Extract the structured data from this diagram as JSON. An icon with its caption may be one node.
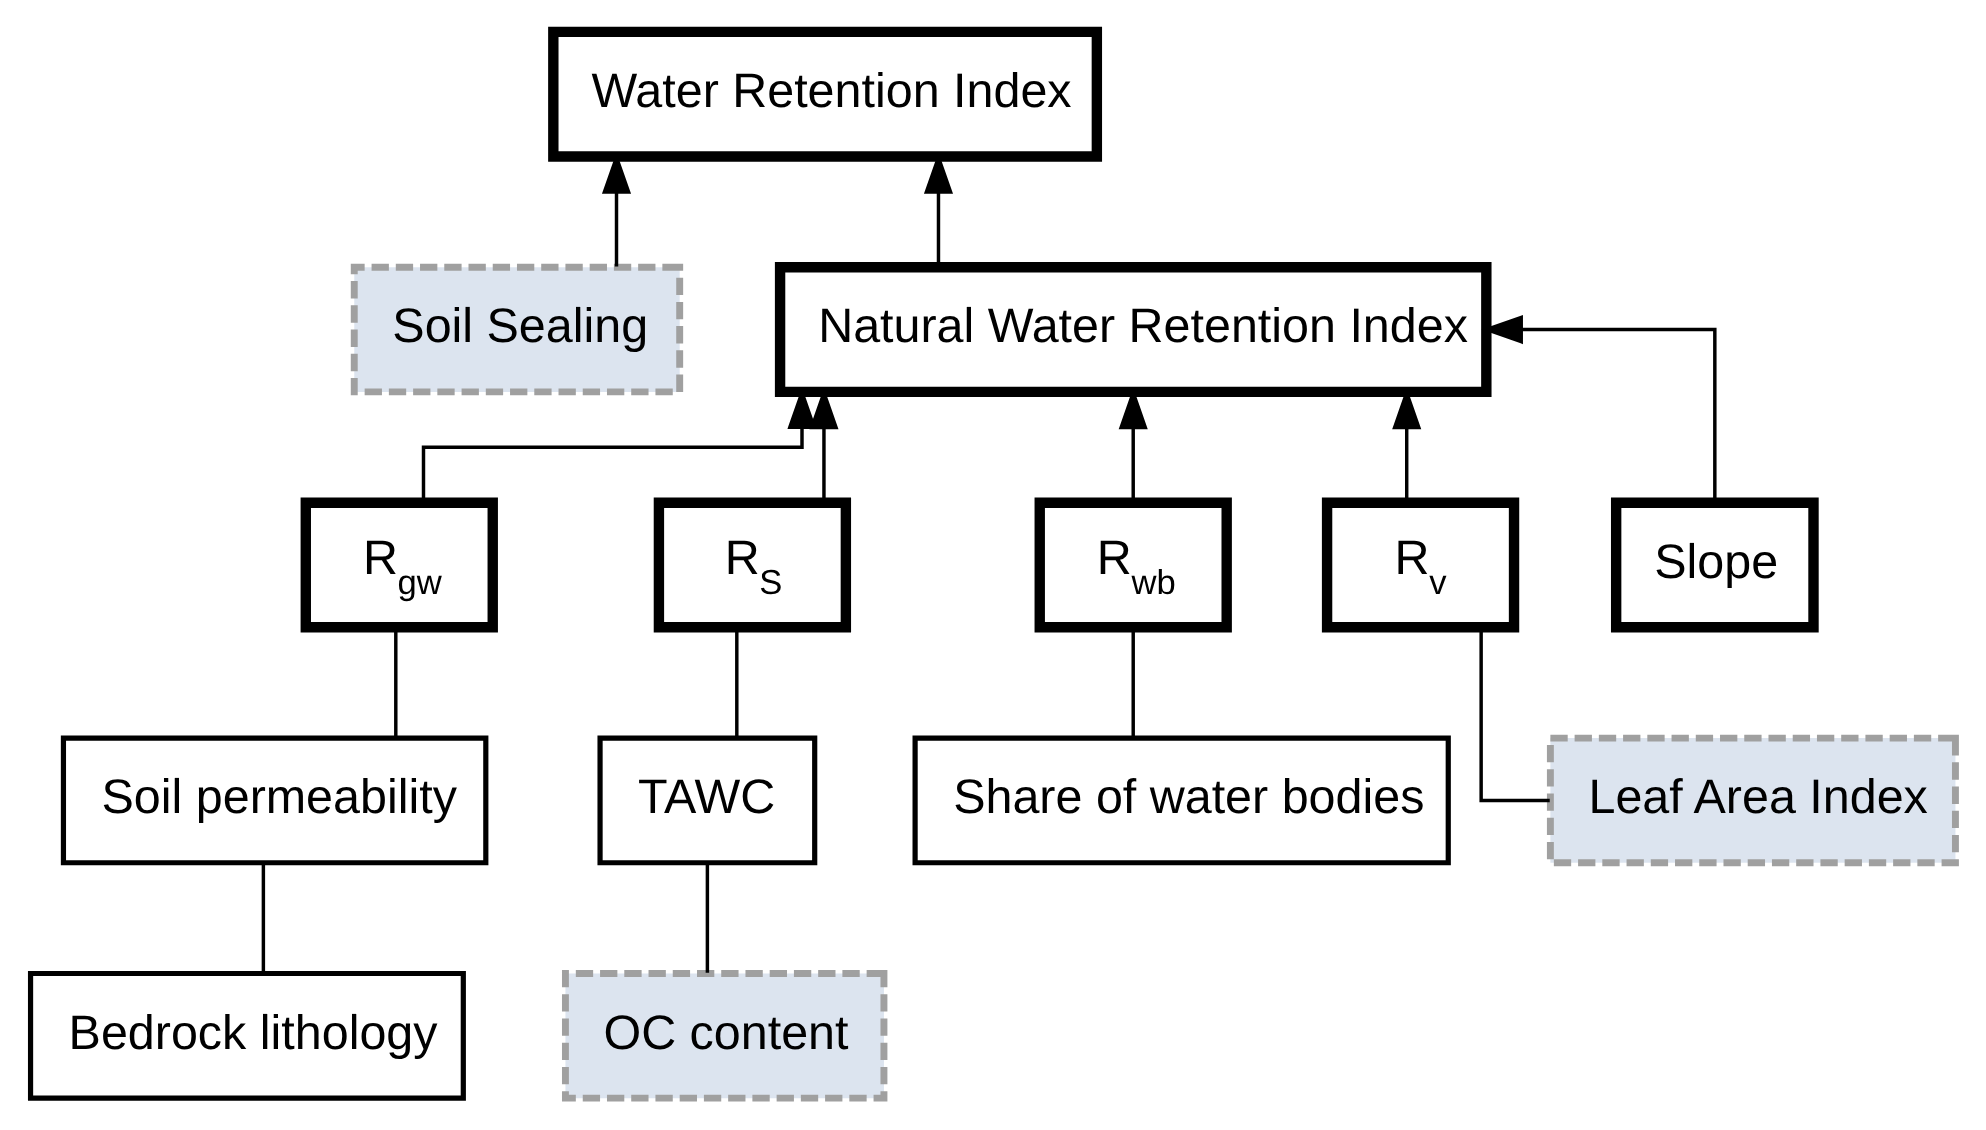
{
  "diagram": {
    "nodes": [
      {
        "text": [
          "Water Retention Index"
        ]
      },
      {
        "text": [
          "Soil Sealing"
        ]
      },
      {
        "text": [
          "Natural Water Retention Index"
        ]
      },
      {
        "text": [
          "R$_{gw}$"
        ]
      },
      {
        "text": [
          "R$_{S}$"
        ]
      },
      {
        "text": [
          "R$_{wb}$"
        ]
      },
      {
        "text": [
          "R$_{v}$"
        ]
      },
      {
        "text": [
          "Slope"
        ]
      },
      {
        "text": [
          "Soil permeability"
        ]
      },
      {
        "text": [
          "Bedrock lithology"
        ]
      },
      {
        "text": [
          "TAWC"
        ]
      },
      {
        "text": [
          "OC content"
        ]
      },
      {
        "text": [
          "Share of water bodies"
        ]
      },
      {
        "text": [
          "Leaf Area Index"
        ]
      }
    ],
    "edges": [
      {
        "from": 1,
        "to": 0,
        "arrow": "to"
      },
      {
        "from": 2,
        "to": 0,
        "arrow": "to"
      },
      {
        "from": 3,
        "to": 2,
        "arrow": "to"
      },
      {
        "from": 4,
        "to": 2,
        "arrow": "to"
      },
      {
        "from": 5,
        "to": 2,
        "arrow": "to"
      },
      {
        "from": 6,
        "to": 2,
        "arrow": "to"
      },
      {
        "from": 7,
        "to": 2,
        "arrow": "to"
      },
      {
        "from": 8,
        "to": 3,
        "arrow": "none"
      },
      {
        "from": 9,
        "to": 8,
        "arrow": "none"
      },
      {
        "from": 10,
        "to": 4,
        "arrow": "none"
      },
      {
        "from": 11,
        "to": 10,
        "arrow": "none"
      },
      {
        "from": 12,
        "to": 5,
        "arrow": "none"
      },
      {
        "from": 13,
        "to": 6,
        "arrow": "none"
      }
    ]
  }
}
